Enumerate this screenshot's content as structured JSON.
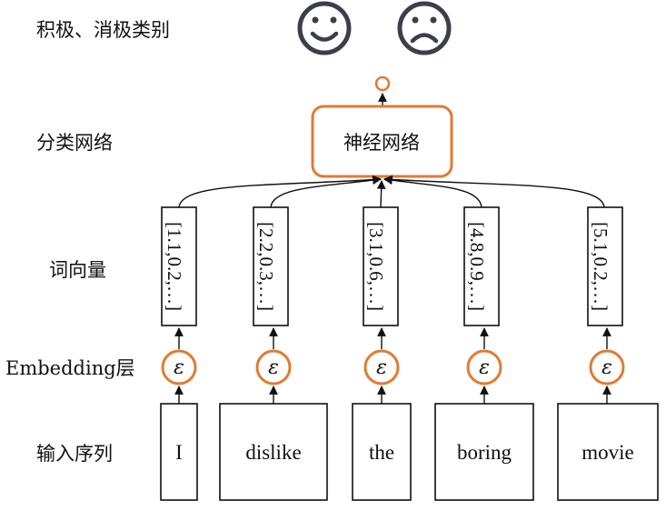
{
  "labels": {
    "class_label": "积极、消极类别",
    "network_label": "分类网络",
    "wordvec_label": "词向量",
    "embedding_label": "Embedding层",
    "input_label": "输入序列"
  },
  "network_box_text": "神经网络",
  "embedding_symbol": "ε",
  "tokens": [
    "I",
    "dislike",
    "the",
    "boring",
    "movie"
  ],
  "vectors": [
    "[1.1,0.2,…]",
    "[2.2,0.3,…]",
    "[3.1,0.6,…]",
    "[4.8,0.9,…]",
    "[5.1,0.2,…]"
  ],
  "icons": [
    "smiley-face-icon",
    "sad-face-icon"
  ],
  "colors": {
    "accent_orange": "#e07b34",
    "face_gray": "#3a3f4b",
    "text": "#111111"
  }
}
